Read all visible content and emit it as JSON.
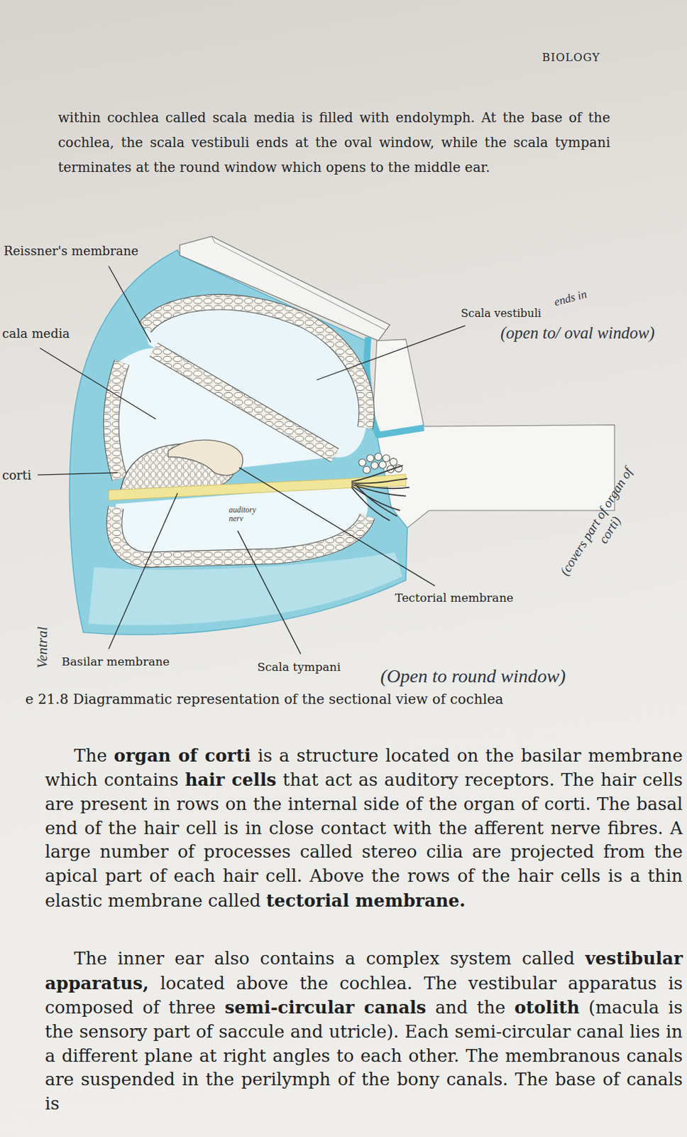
{
  "diagram": {
    "caption": "e 21.8 Diagrammatic representation of the sectional view of cochlea",
    "labels": [
      "BIOLOGY",
      "within cochlea called scala media is filled with endolymph. At the base of the cochlea, the scala vestibuli ends at the oval window, while the scala tympani terminates at the round window which opens to the middle ear.",
      "Reissner's membrane",
      "cala media",
      "corti",
      "Scala vestibuli",
      "ends in",
      "(open to/ oval window)",
      "auditory nerv",
      "Tectorial membrane",
      "(covers part of organ of corti)",
      "Ventral",
      "Basilar membrane",
      "Scala tympani",
      "(Open to round window)",
      "The",
      "organ of corti",
      "is a structure located on the basilar membrane which contains",
      "hair cells",
      "that act as auditory receptors. The hair cells are present in rows on the internal side of the organ of corti. The basal end of the hair cell is in close contact with the afferent nerve fibres. A large number of processes called stereo cilia are projected from the apical part of each hair cell. Above the rows of the hair cells is a thin elastic membrane called",
      "tectorial membrane.",
      "The inner ear also contains a complex system called",
      "vestibular apparatus,",
      "located above the cochlea. The vestibular apparatus is composed of three",
      "semi-circular canals",
      "and the",
      "otolith",
      "(macula is the sensory part of saccule and utricle). Each semi-circular canal lies in a different plane at right angles to each other. The membranous canals are suspended in the perilymph of the bony canals. The base of canals is"
    ]
  }
}
